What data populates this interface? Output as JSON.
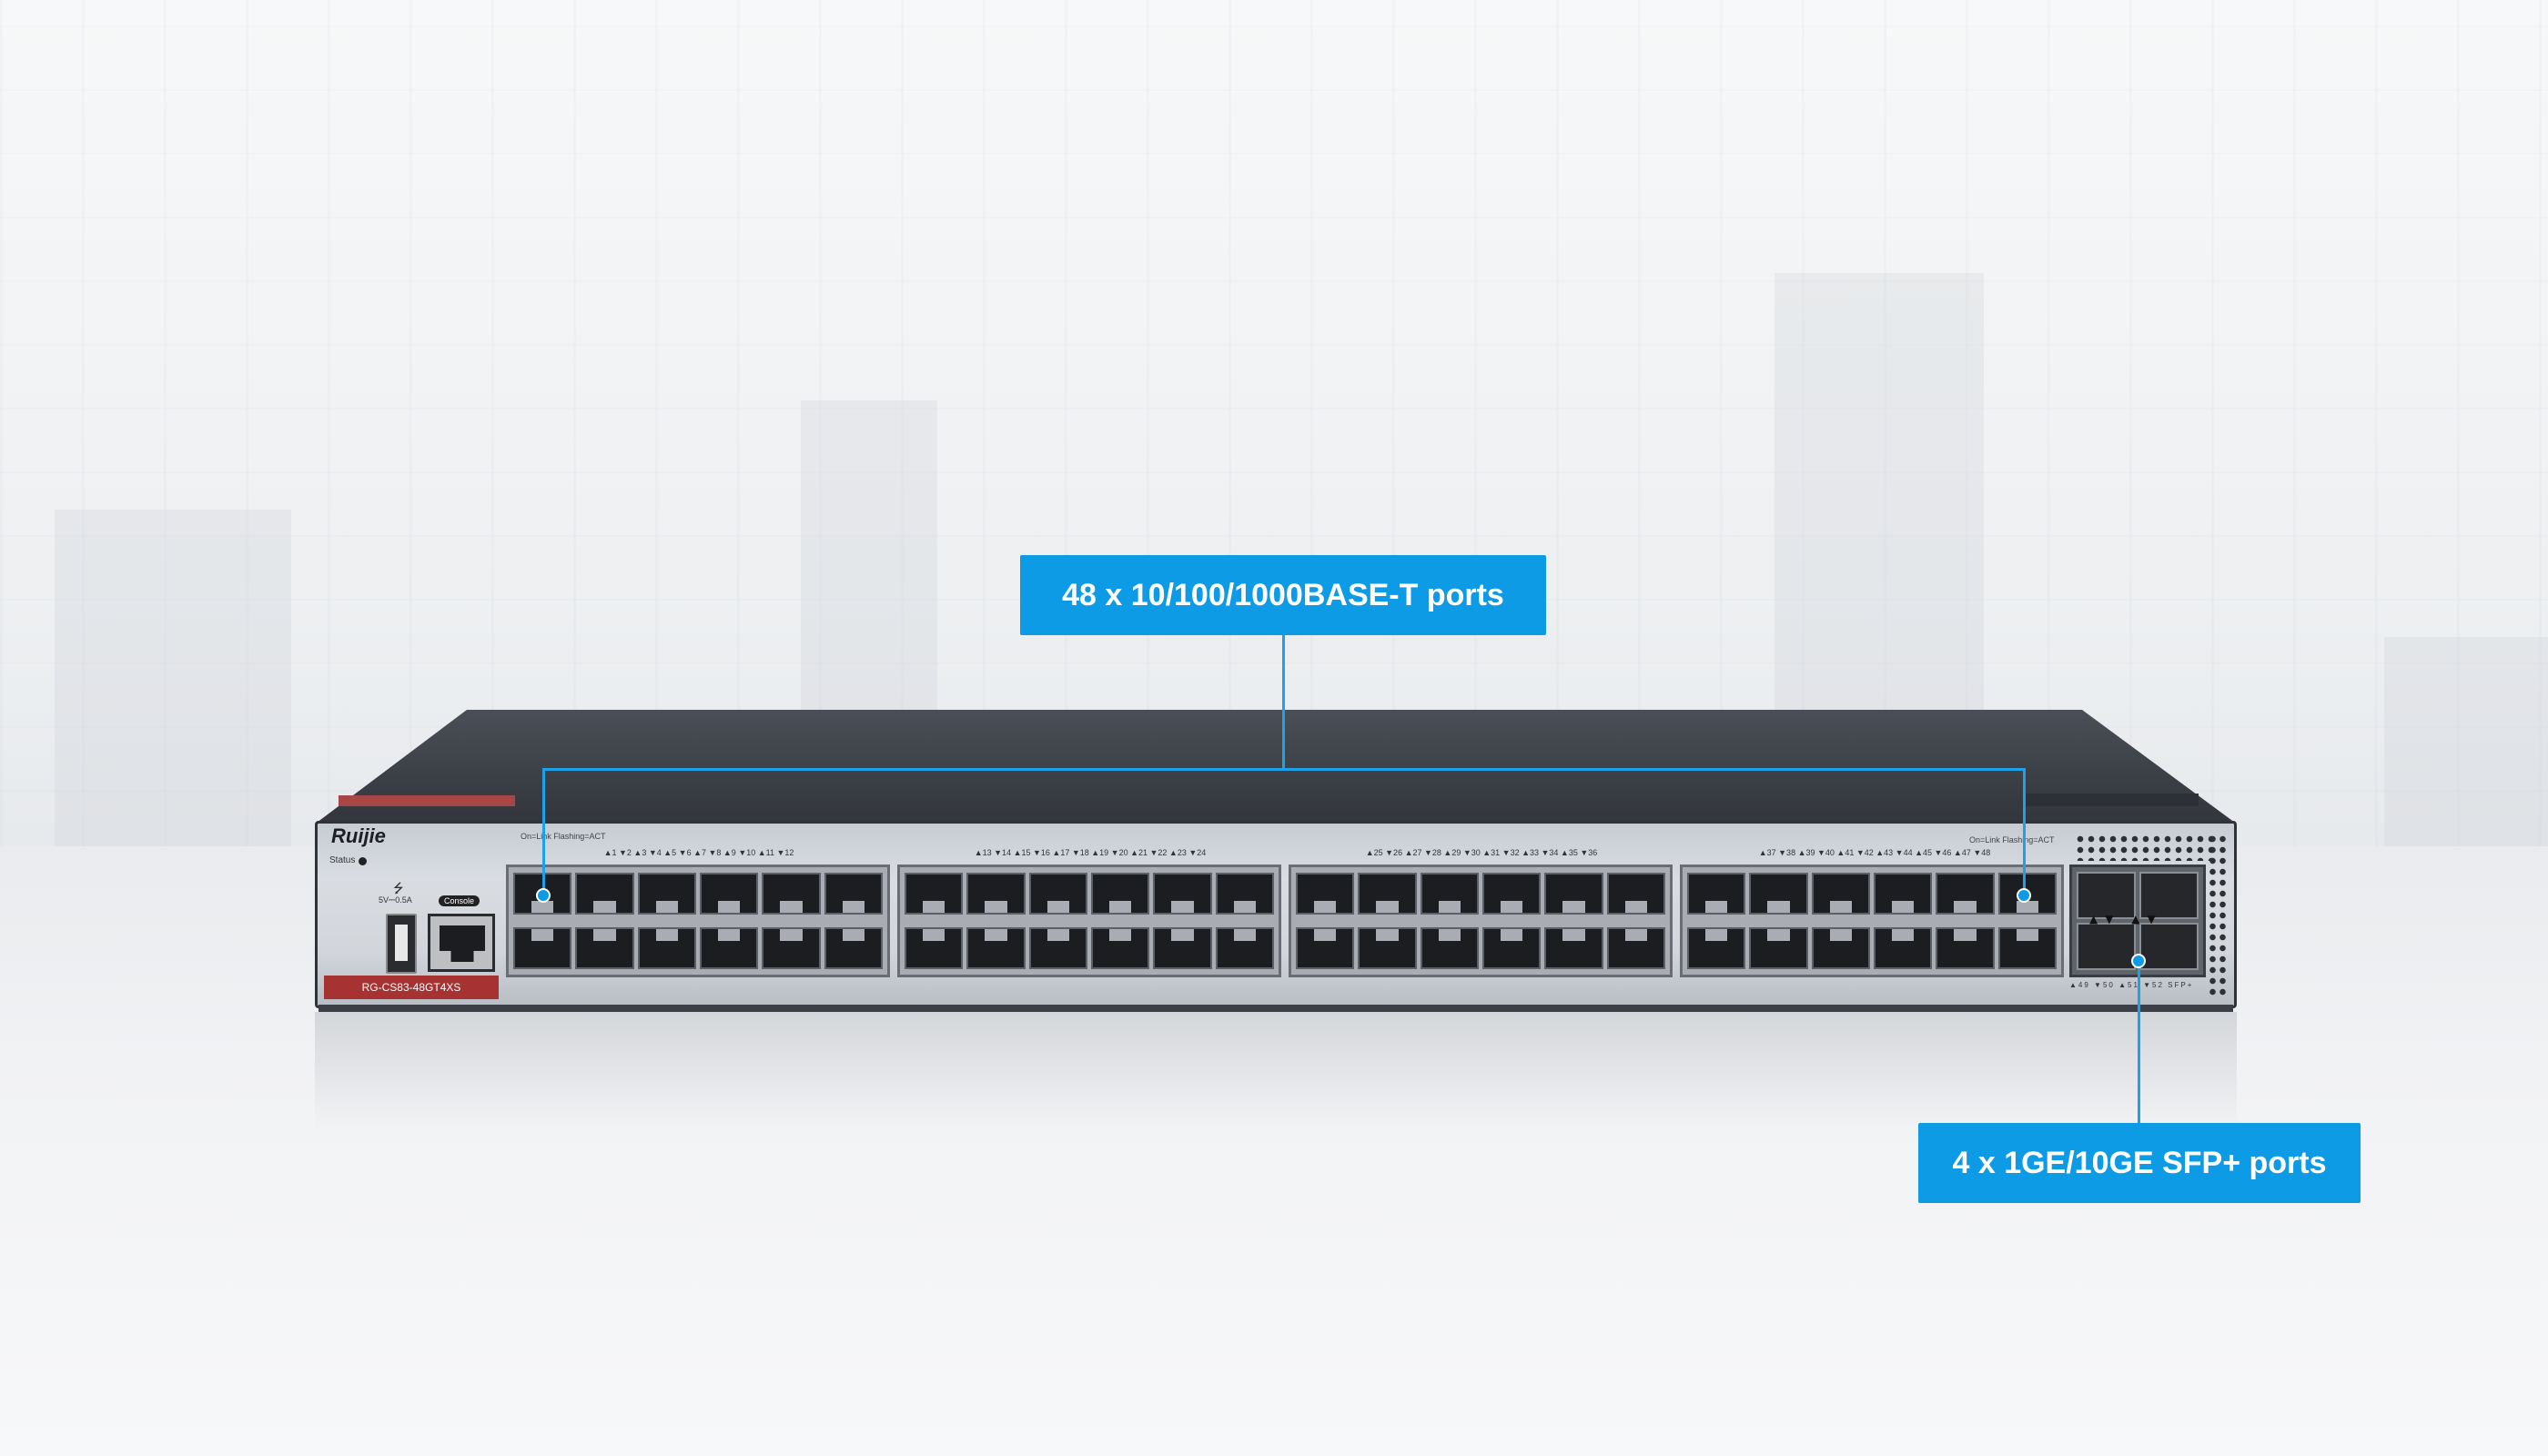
{
  "callouts": {
    "rj45_ports": "48 x 10/100/1000BASE-T ports",
    "sfp_ports": "4 x 1GE/10GE SFP+ ports"
  },
  "device": {
    "brand_logo": "Ruijie",
    "model": "RG-CS83-48GT4XS",
    "status_label": "Status",
    "usb_label": "5V⎓0.5A",
    "console_label": "Console",
    "led_legend": "On=Link  Flashing=ACT",
    "port_groups": [
      "▲1 ▼2 ▲3 ▼4 ▲5 ▼6 ▲7 ▼8 ▲9 ▼10 ▲11 ▼12",
      "▲13 ▼14 ▲15 ▼16 ▲17 ▼18 ▲19 ▼20 ▲21 ▼22 ▲23 ▼24",
      "▲25 ▼26 ▲27 ▼28 ▲29 ▼30 ▲31 ▼32 ▲33 ▼34 ▲35 ▼36",
      "▲37 ▼38 ▲39 ▼40 ▲41 ▼42 ▲43 ▼44 ▲45 ▼46 ▲47 ▼48"
    ],
    "sfp_port_numbers": "▲49 ▼50 ▲51 ▼52",
    "sfp_label": "SFP+"
  },
  "colors": {
    "callout_blue": "#0e9be6",
    "model_badge_red": "#a73232"
  }
}
